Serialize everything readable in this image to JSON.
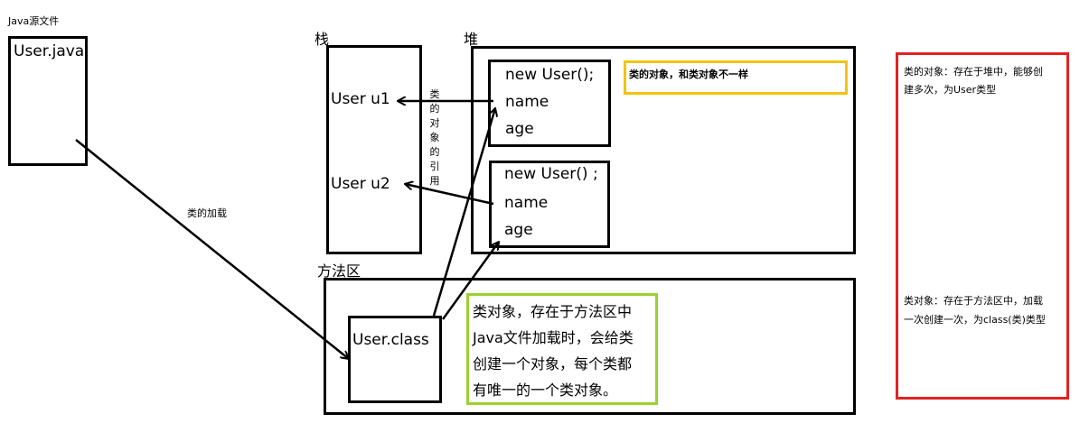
{
  "source_section": {
    "title": "Java源文件",
    "file": "User.java"
  },
  "class_loading_label": "类的加载",
  "stack": {
    "title": "栈",
    "var1": "User u1",
    "var2": "User u2"
  },
  "reference_label": "类的对象的引用",
  "heap": {
    "title": "堆",
    "object1": {
      "ctor": "new User();",
      "field1": "name",
      "field2": "age"
    },
    "object2": {
      "ctor": "new User() ;",
      "field1": "name",
      "field2": "age"
    },
    "note": "类的对象，和类对象不一样"
  },
  "method_area": {
    "title": "方法区",
    "class_file": "User.class",
    "note_lines": [
      "类对象，存在于方法区中",
      "Java文件加载时，会给类",
      "创建一个对象，每个类都",
      "有唯一的一个类对象。"
    ]
  },
  "legend": {
    "object_note_lines": [
      "类的对象：存在于堆中，能够创",
      "建多次，为User类型"
    ],
    "class_note_lines": [
      "类对象：存在于方法区中，加载",
      "一次创建一次，为class(类)类型"
    ]
  },
  "colors": {
    "heap_note_border": "#f2c40f",
    "method_note_border": "#9bd12e",
    "legend_border": "#e02222"
  }
}
